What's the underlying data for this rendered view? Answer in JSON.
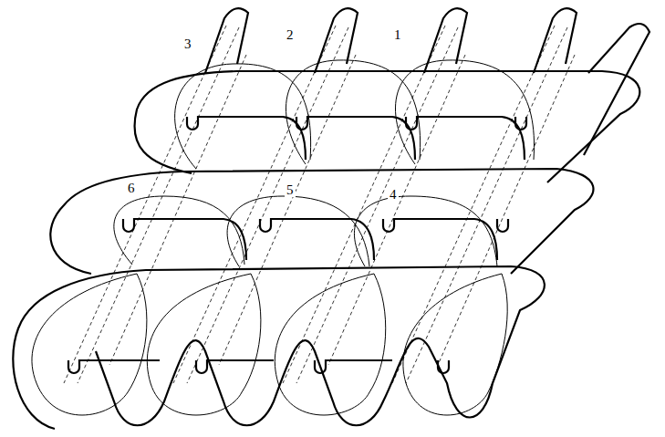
{
  "diagram": {
    "labels": [
      "3",
      "2",
      "1",
      "6",
      "5",
      "4"
    ]
  }
}
